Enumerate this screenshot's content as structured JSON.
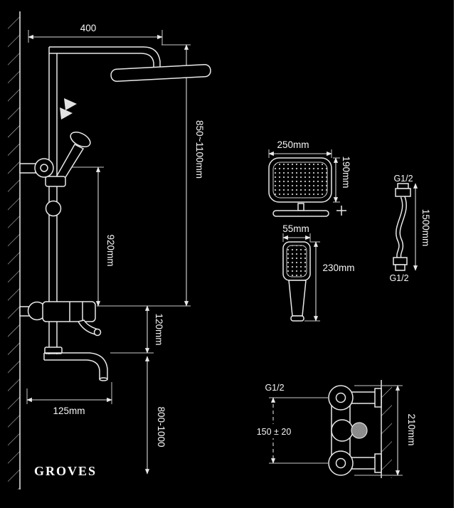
{
  "brand": "GROVES",
  "colors": {
    "background": "#000000",
    "line": "#e8e8e8",
    "text": "#ffffff",
    "knob_gray": "#8c8c8c"
  },
  "icons": {
    "slider_indicator": "double-triangle-arrow",
    "alignment_cross": "+"
  },
  "main_unit": {
    "top_width": "400",
    "height_range": "850~1100mm",
    "riser_height": "920mm",
    "spout_offset": "120mm",
    "spout_reach": "125mm",
    "install_height": "800-1000"
  },
  "overhead_shower": {
    "width": "250mm",
    "depth": "190mm"
  },
  "hand_shower": {
    "width": "55mm",
    "height": "230mm"
  },
  "hose": {
    "top_thread": "G1/2",
    "length": "1500mm",
    "bottom_thread": "G1/2"
  },
  "mixer_valve": {
    "thread": "G1/2",
    "center_spacing": "150 ± 20",
    "height": "210mm"
  }
}
